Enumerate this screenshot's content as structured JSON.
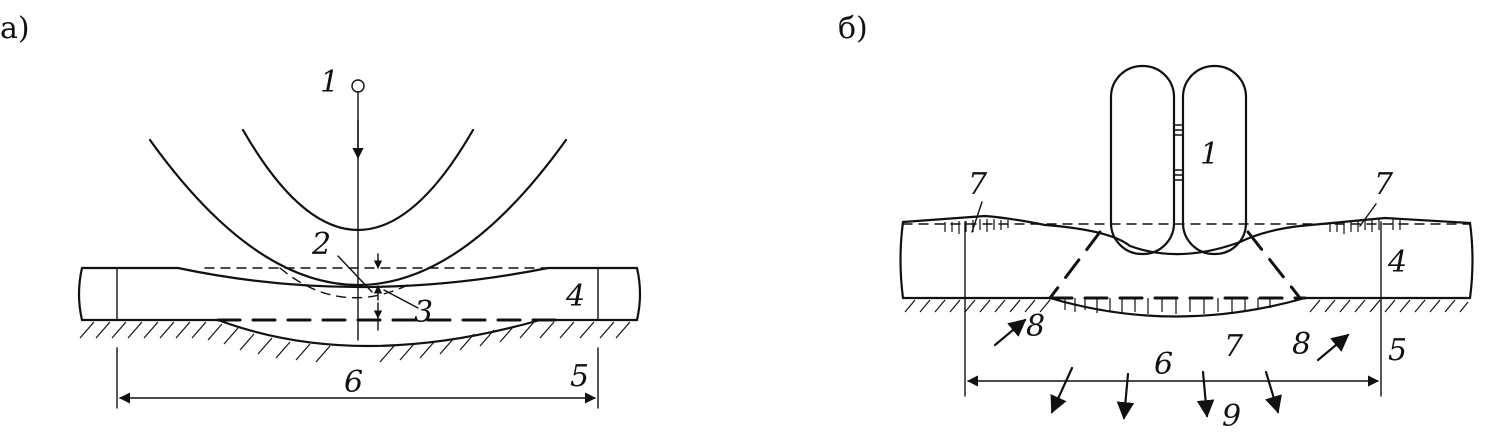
{
  "panels": [
    {
      "id": "a",
      "title": "а)",
      "labels": {
        "1": "1",
        "2": "2",
        "3": "3",
        "4": "4",
        "5": "5",
        "6": "6"
      }
    },
    {
      "id": "b",
      "title": "б)",
      "labels": {
        "1": "1",
        "4": "4",
        "5": "5",
        "6": "6",
        "7_left": "7",
        "7_right": "7",
        "7_bottom": "7",
        "8_left": "8",
        "8_right": "8",
        "9": "9"
      }
    }
  ]
}
